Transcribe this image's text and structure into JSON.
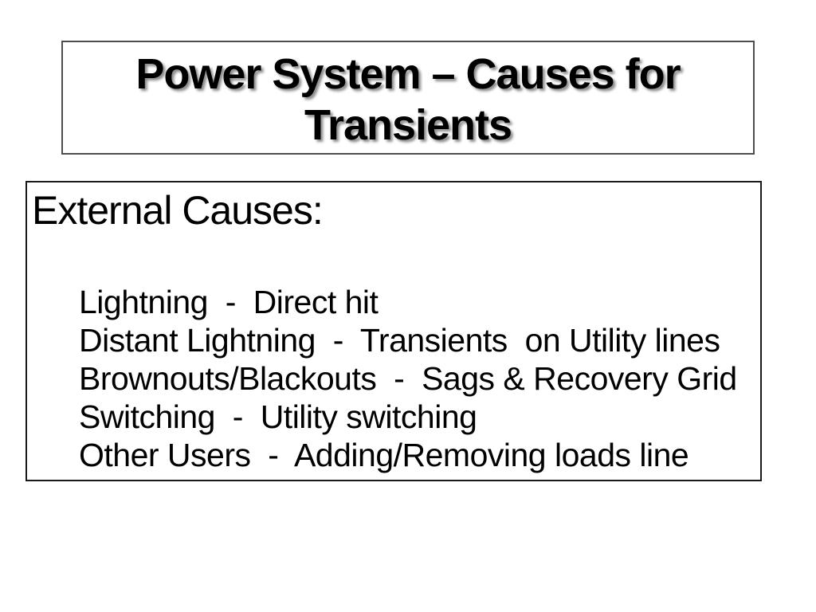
{
  "slide": {
    "background_color": "#ffffff",
    "text_color": "#000000",
    "title_box_border_color": "#4d4d4d",
    "content_box_border_color": "#1a1a1a",
    "title": "Power System – Causes for Transients",
    "body": {
      "heading": "External Causes:",
      "items": [
        "Lightning  -  Direct hit",
        "Distant Lightning  -  Transients  on Utility lines",
        "Brownouts/Blackouts  -  Sags & Recovery Grid",
        "Switching  -  Utility switching",
        "Other Users  -  Adding/Removing loads line"
      ]
    }
  }
}
